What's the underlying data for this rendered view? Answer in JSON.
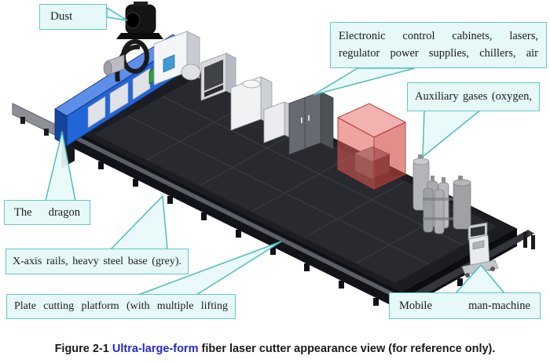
{
  "labels": {
    "dust": "Dust",
    "electronic": "Electronic control cabinets, lasers, regulator power supplies, chillers, air",
    "auxiliary": "Auxiliary gases (oxygen,",
    "dragon": "The dragon",
    "xaxis": "X-axis rails, heavy steel base (grey).",
    "plate": "Plate cutting platform (with multiple lifting",
    "mobile": "Mobile man-machine"
  },
  "figure": {
    "caption": {
      "prefix": "Figure 2-1 ",
      "highlight": "Ultra-large-form",
      "suffix": " fiber laser cutter appearance view (for reference only)."
    }
  },
  "colors": {
    "label_box_bg": "#e6f8f8",
    "label_box_border": "#68c6c6",
    "callout_line": "#4fbcbc",
    "gantry_blue": "#2265d6",
    "platform_dark": "#1b1d22",
    "laser_enclosure_red": "#e04e48",
    "caption_highlight": "#2428c8"
  },
  "components": [
    "dust-collector",
    "air-conditioner-unit",
    "chiller-cabinet",
    "white-tank-cabinet",
    "small-supply-box",
    "electronic-control-cabinet",
    "laser-source-red-enclosure",
    "gas-cylinders",
    "mobile-console-kiosk",
    "gantry-beam",
    "cutting-platform",
    "x-axis-rail-base"
  ]
}
